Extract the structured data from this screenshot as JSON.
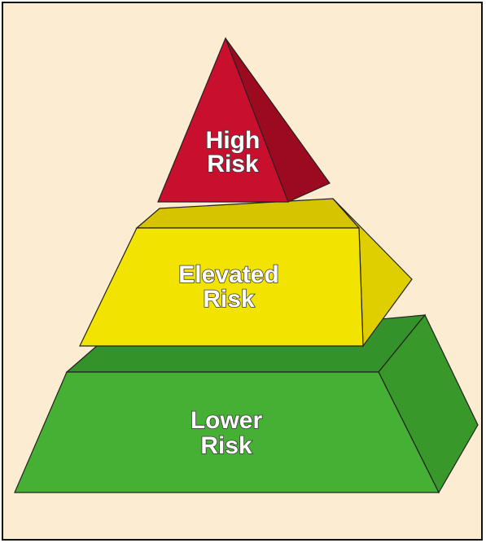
{
  "background_color": "#fcecd2",
  "tiers": [
    {
      "id": "high",
      "line1": "High",
      "line2": "Risk",
      "colors": {
        "front": "#c8102e",
        "side": "#9c0a20",
        "top": "#b10d26"
      }
    },
    {
      "id": "elevated",
      "line1": "Elevated",
      "line2": "Risk",
      "colors": {
        "front": "#f3e300",
        "side": "#e0cf00",
        "top": "#d6c400"
      }
    },
    {
      "id": "lower",
      "line1": "Lower",
      "line2": "Risk",
      "colors": {
        "front": "#46b035",
        "side": "#38982a",
        "top": "#33922a"
      }
    }
  ]
}
